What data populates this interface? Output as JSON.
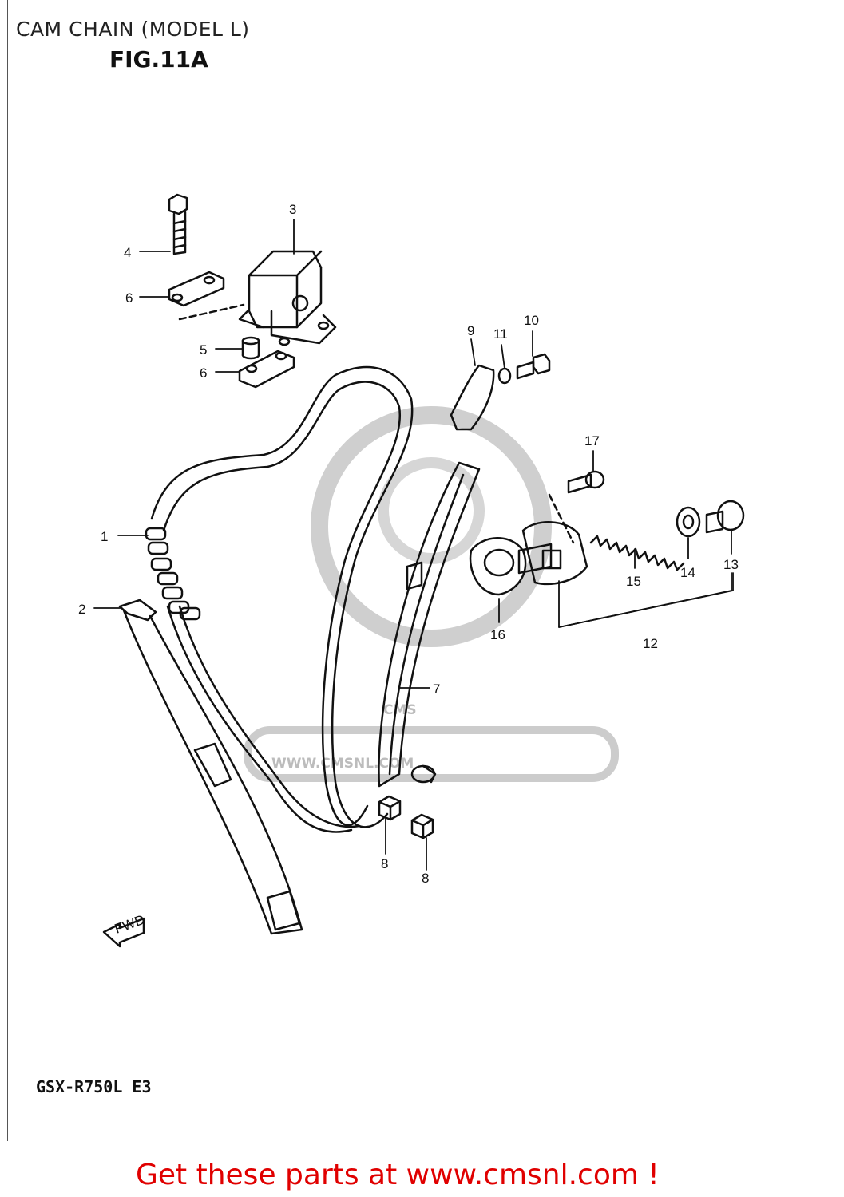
{
  "header": {
    "title": "CAM CHAIN (MODEL L)",
    "figure": "FIG.11A"
  },
  "footer": {
    "model_code": "GSX-R750L E3",
    "cta": "Get these parts at www.cmsnl.com !"
  },
  "watermark": {
    "brand": "CMS",
    "url": "WWW.CMSNL.COM"
  },
  "direction_marker": "FWD",
  "callouts": [
    "1",
    "2",
    "3",
    "4",
    "5",
    "6",
    "6",
    "7",
    "8",
    "8",
    "9",
    "10",
    "11",
    "12",
    "13",
    "14",
    "15",
    "16",
    "17"
  ],
  "colors": {
    "cta": "#e00000",
    "watermark": "#bcbcbc",
    "ink": "#111111"
  }
}
